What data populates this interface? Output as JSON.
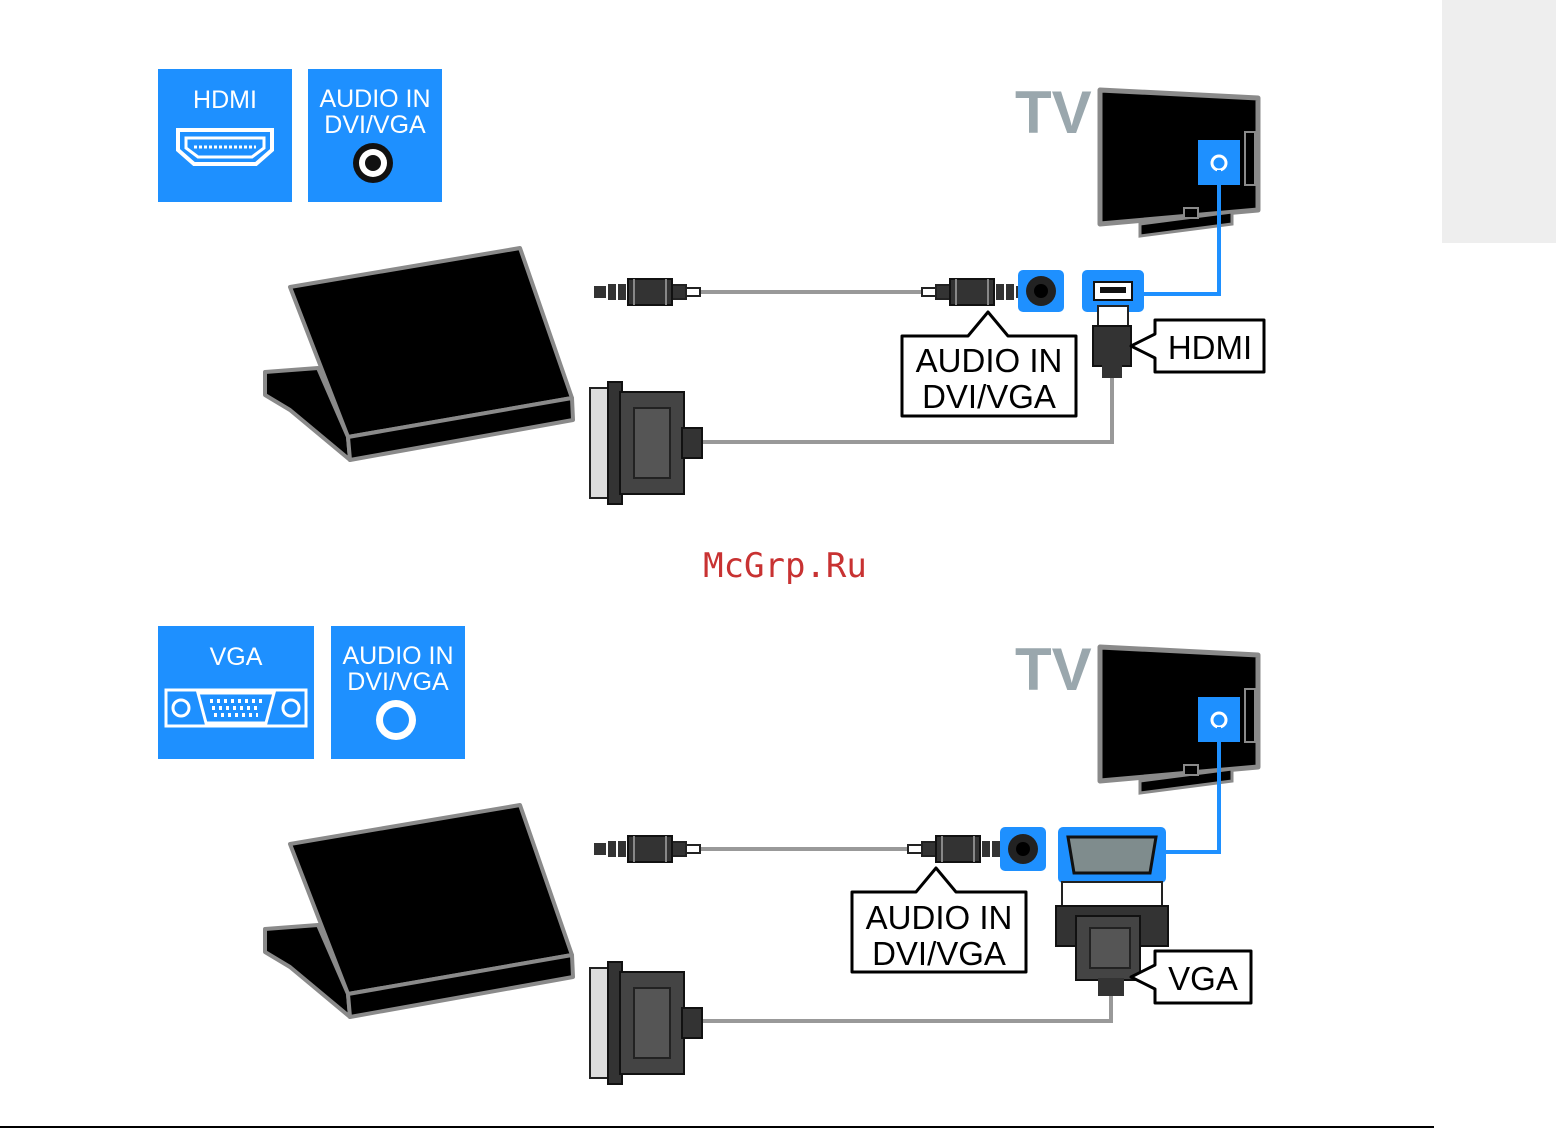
{
  "top": {
    "icon_port_label": "HDMI",
    "icon_audio_line1": "AUDIO IN",
    "icon_audio_line2": "DVI/VGA",
    "tv_label": "TV",
    "callout_audio_line1": "AUDIO IN",
    "callout_audio_line2": "DVI/VGA",
    "callout_port": "HDMI"
  },
  "bottom": {
    "icon_port_label": "VGA",
    "icon_audio_line1": "AUDIO IN",
    "icon_audio_line2": "DVI/VGA",
    "tv_label": "TV",
    "callout_audio_line1": "AUDIO IN",
    "callout_audio_line2": "DVI/VGA",
    "callout_port": "VGA"
  },
  "watermark": "McGrp.Ru",
  "colors": {
    "accent_blue": "#1e90ff",
    "tv_label_gray": "#9aa7ad",
    "side_tab_gray": "#eeeeee",
    "cable_gray": "#999999",
    "watermark_red": "#c83232"
  }
}
